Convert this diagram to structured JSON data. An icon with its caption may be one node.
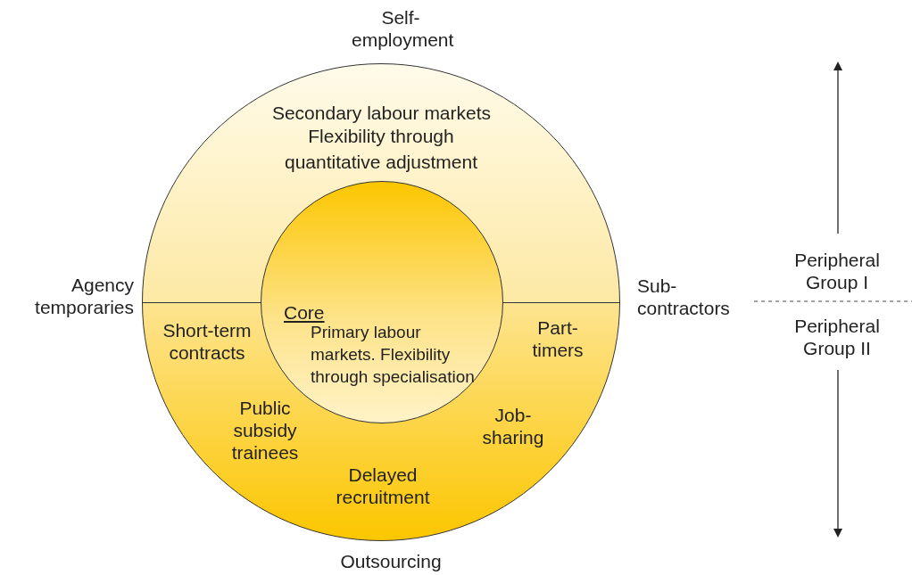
{
  "diagram": {
    "nodes": [
      {
        "text": [
          "Secondary labour markets",
          "Flexibility through quantitative adjustment"
        ]
      },
      {
        "text": [
          "Core",
          "Primary labour markets. Flexibility through specialisation"
        ],
        "in": 0
      }
    ],
    "labels": [
      "Self-employment",
      "Agency temporaries",
      "Sub-contractors",
      "Outsourcing",
      "Short-term contracts",
      "Part-timers",
      "Public subsidy trainees",
      "Job-sharing",
      "Delayed recruitment",
      "Peripheral Group I",
      "Peripheral Group II"
    ]
  }
}
